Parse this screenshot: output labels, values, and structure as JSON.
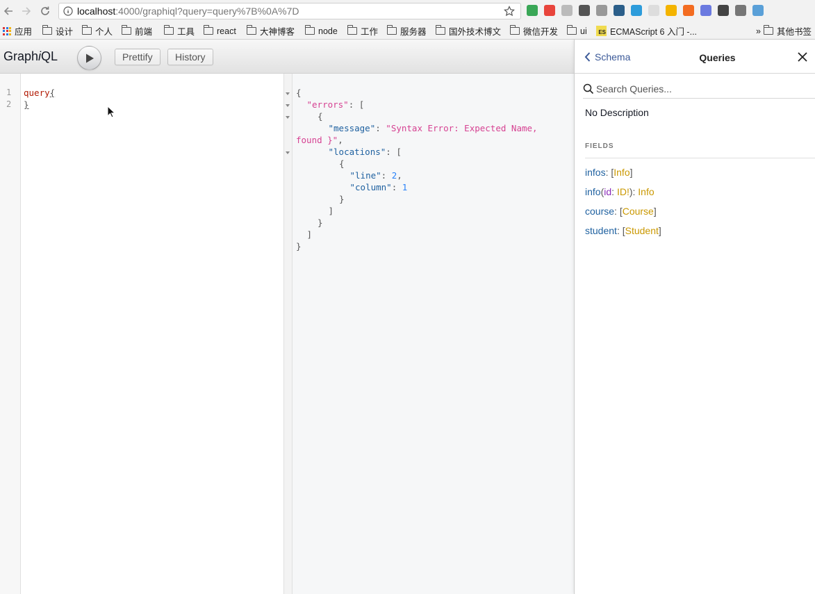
{
  "browser": {
    "url_host": "localhost",
    "url_rest": ":4000/graphiql?query=query%7B%0A%7D",
    "bookmarks": [
      {
        "label": "应用",
        "icon": "apps-grid-icon"
      },
      {
        "label": "设计",
        "icon": "folder-icon"
      },
      {
        "label": "个人",
        "icon": "folder-icon"
      },
      {
        "label": "前端",
        "icon": "folder-icon"
      },
      {
        "label": "工具",
        "icon": "folder-icon"
      },
      {
        "label": "react",
        "icon": "folder-icon"
      },
      {
        "label": "大神博客",
        "icon": "folder-icon"
      },
      {
        "label": "node",
        "icon": "folder-icon"
      },
      {
        "label": "工作",
        "icon": "folder-icon"
      },
      {
        "label": "服务器",
        "icon": "folder-icon"
      },
      {
        "label": "国外技术博文",
        "icon": "folder-icon"
      },
      {
        "label": "微信开发",
        "icon": "folder-icon"
      },
      {
        "label": "ui",
        "icon": "folder-icon"
      },
      {
        "label": "ECMAScript 6 入门 -...",
        "icon": "es-icon"
      }
    ],
    "overflow_label": "»",
    "other_bookmarks": "其他书签",
    "extension_colors": [
      "#3aa757",
      "#e8453c",
      "#bbbbbb",
      "#555555",
      "#999999",
      "#2c5f8a",
      "#2d9cdb",
      "#dddddd",
      "#f4b400",
      "#f36c21",
      "#6b7ae0",
      "#444444",
      "#777777",
      "#5aa0d8"
    ]
  },
  "toolbar": {
    "title_prefix": "Graph",
    "title_italic": "i",
    "title_suffix": "QL",
    "prettify_label": "Prettify",
    "history_label": "History"
  },
  "query_editor": {
    "line_numbers": [
      "1",
      "2"
    ],
    "keyword": "query",
    "open_brace": "{",
    "close_brace": "}"
  },
  "result": {
    "lines": [
      {
        "indent": 0,
        "parts": [
          [
            "punct",
            "{"
          ]
        ]
      },
      {
        "indent": 1,
        "parts": [
          [
            "rstr",
            "\"errors\""
          ],
          [
            "punct",
            ": ["
          ]
        ]
      },
      {
        "indent": 2,
        "parts": [
          [
            "punct",
            "{"
          ]
        ]
      },
      {
        "indent": 3,
        "parts": [
          [
            "rkey",
            "\"message\""
          ],
          [
            "punct",
            ": "
          ],
          [
            "rstr",
            "\"Syntax Error: Expected Name,"
          ]
        ]
      },
      {
        "indent": 0,
        "parts": [
          [
            "rstr",
            "found }\""
          ],
          [
            "punct",
            ","
          ]
        ]
      },
      {
        "indent": 3,
        "parts": [
          [
            "rkey",
            "\"locations\""
          ],
          [
            "punct",
            ": ["
          ]
        ]
      },
      {
        "indent": 4,
        "parts": [
          [
            "punct",
            "{"
          ]
        ]
      },
      {
        "indent": 5,
        "parts": [
          [
            "rkey",
            "\"line\""
          ],
          [
            "punct",
            ": "
          ],
          [
            "rnum",
            "2"
          ],
          [
            "punct",
            ","
          ]
        ]
      },
      {
        "indent": 5,
        "parts": [
          [
            "rkey",
            "\"column\""
          ],
          [
            "punct",
            ": "
          ],
          [
            "rnum",
            "1"
          ]
        ]
      },
      {
        "indent": 4,
        "parts": [
          [
            "punct",
            "}"
          ]
        ]
      },
      {
        "indent": 3,
        "parts": [
          [
            "punct",
            "]"
          ]
        ]
      },
      {
        "indent": 2,
        "parts": [
          [
            "punct",
            "}"
          ]
        ]
      },
      {
        "indent": 1,
        "parts": [
          [
            "punct",
            "]"
          ]
        ]
      },
      {
        "indent": 0,
        "parts": [
          [
            "punct",
            "}"
          ]
        ]
      }
    ]
  },
  "doc_explorer": {
    "back_label": "Schema",
    "title": "Queries",
    "search_placeholder": "Search Queries...",
    "description": "No Description",
    "fields_label": "FIELDS",
    "fields": [
      {
        "name": "infos",
        "args": "",
        "type_open": "[",
        "type": "Info",
        "type_close": "]"
      },
      {
        "name": "info",
        "args": "id",
        "arg_type": "ID!",
        "type_open": "",
        "type": "Info",
        "type_close": ""
      },
      {
        "name": "course",
        "args": "",
        "type_open": "[",
        "type": "Course",
        "type_close": "]"
      },
      {
        "name": "student",
        "args": "",
        "type_open": "[",
        "type": "Student",
        "type_close": "]"
      }
    ]
  }
}
